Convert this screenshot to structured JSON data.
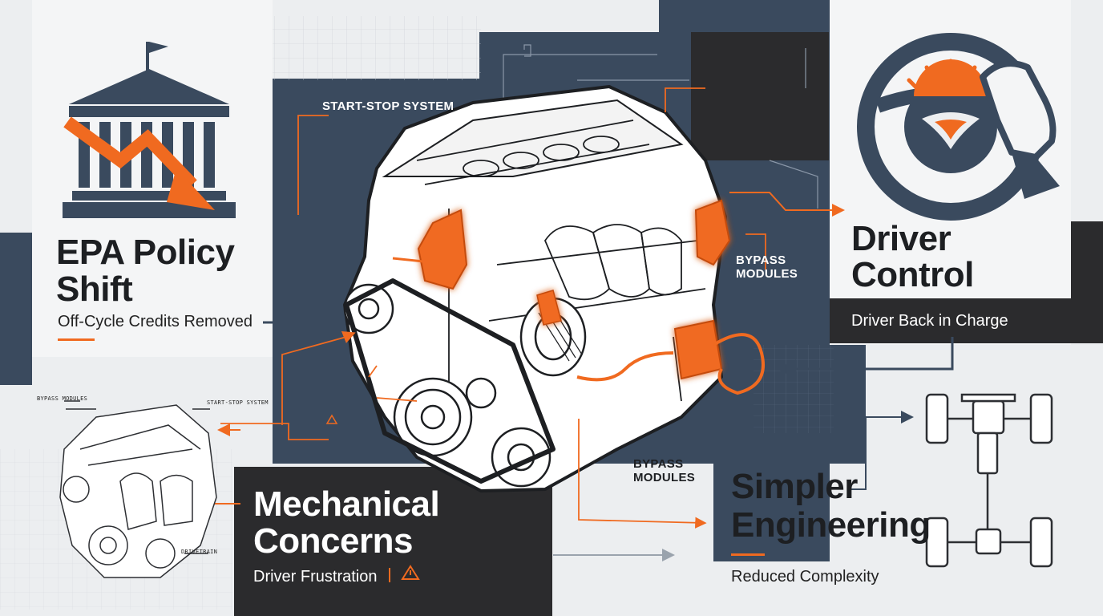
{
  "colors": {
    "accent": "#f06a20",
    "navy": "#3a4a5e",
    "dark": "#2b2b2d",
    "light": "#f4f5f6"
  },
  "epa": {
    "title_line1": "EPA Policy",
    "title_line2": "Shift",
    "subtitle": "Off-Cycle Credits Removed",
    "icon": "capitol-building-down-arrow-icon"
  },
  "driver": {
    "title_line1": "Driver",
    "title_line2": "Control",
    "subtitle": "Driver Back in Charge",
    "icon": "steering-wheel-hand-icon"
  },
  "mechanical": {
    "title_line1": "Mechanical",
    "title_line2": "Concerns",
    "subtitle": "Driver Frustration",
    "icon": "warning-triangle-icon"
  },
  "simpler": {
    "title_line1": "Simpler",
    "title_line2": "Engineering",
    "subtitle": "Reduced Complexity",
    "icon": "drivetrain-chassis-icon"
  },
  "engine": {
    "label_start_stop": "START-STOP SYSTEM",
    "label_bypass_right_1": "BYPASS",
    "label_bypass_right_2": "MODULES",
    "label_bypass_bottom_1": "BYPASS",
    "label_bypass_bottom_2": "MODULES"
  },
  "small_engine": {
    "label_top_left": "BYPASS MODULES",
    "label_top_right": "START-STOP SYSTEM",
    "label_bottom": "DRIVETRAIN"
  }
}
